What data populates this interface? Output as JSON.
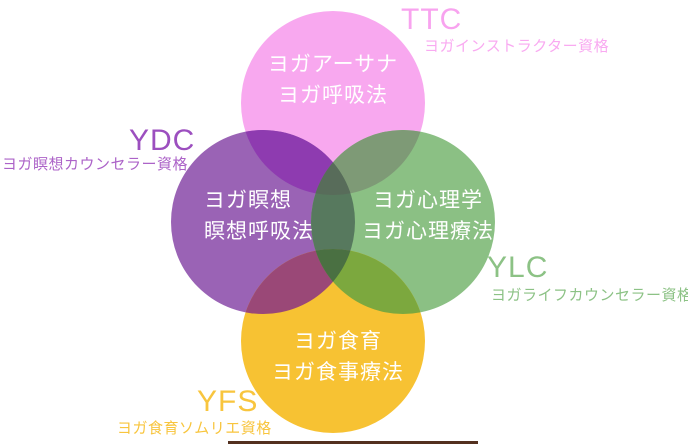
{
  "page": {
    "background": "#ffffff",
    "bottom_strip_color": "#53301f"
  },
  "venn": {
    "colors": {
      "ttc": "#f8a8ef",
      "ydc": "#9a63b5",
      "ylc": "#8bc084",
      "yfs": "#f7c233",
      "ttc_ydc": "#8e3bb0",
      "ttc_ylc": "#7e9a76",
      "ydc_ylc": "#57795e",
      "ydc_yfs": "#9a4877",
      "ylc_yfs": "#7ca83e",
      "ttc_ydc_ylc": "#586c5a",
      "ydc_ylc_yfs": "#4a7042"
    },
    "ttc": {
      "abbr": "TTC",
      "cert": "ヨガインストラクター資格",
      "line1": "ヨガアーサナ",
      "line2": "ヨガ呼吸法",
      "label_color": "#f8a3ef",
      "cert_color": "#f9aaf1"
    },
    "ydc": {
      "abbr": "YDC",
      "cert": "ヨガ瞑想カウンセラー資格",
      "line1": "ヨガ瞑想",
      "line2": "瞑想呼吸法",
      "label_color": "#9c4fbf",
      "cert_color": "#ac63c8"
    },
    "ylc": {
      "abbr": "YLC",
      "cert": "ヨガライフカウンセラー資格",
      "line1": "ヨガ心理学",
      "line2": "ヨガ心理療法",
      "label_color": "#8cc285",
      "cert_color": "#8cc285"
    },
    "yfs": {
      "abbr": "YFS",
      "cert": "ヨガ食育ソムリエ資格",
      "line1": "ヨガ食育",
      "line2": "ヨガ食事療法",
      "label_color": "#f8c53e",
      "cert_color": "#f8c53e"
    }
  }
}
